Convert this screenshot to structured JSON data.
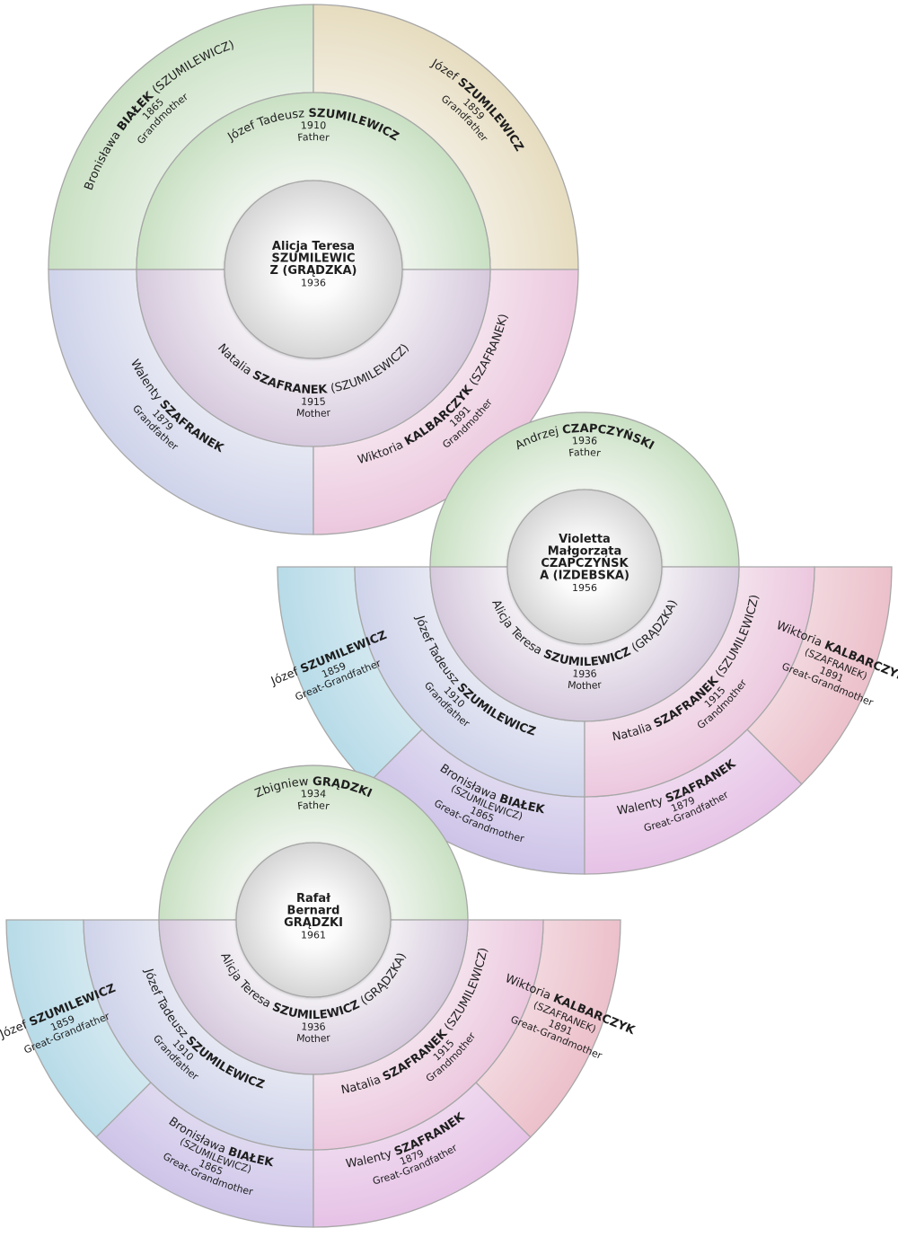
{
  "colors": {
    "green": "#c9e0c3",
    "tan": "#e6dcbf",
    "lavender": "#cfd3ea",
    "pink": "#ecc7de",
    "mauve": "#d6c9dd",
    "gray": "#d5d5d5",
    "cyan": "#b7dbe8",
    "violet": "#cdc3e8",
    "magenta": "#e6c2e6",
    "rose": "#ecc0cb",
    "stroke": "#a7a7a7"
  },
  "charts": [
    {
      "center": {
        "lines": [
          "Alicja Teresa",
          "SZUMILEWIC",
          "Z (GRĄDZKA)"
        ],
        "year": "1936"
      },
      "people": [
        {
          "given": "Józef Tadeusz",
          "surname": "SZUMILEWICZ",
          "year": "1910",
          "role": "Father"
        },
        {
          "given": "Natalia",
          "surname": "SZAFRANEK",
          "maiden": "(SZUMILEWICZ)",
          "year": "1915",
          "role": "Mother"
        },
        {
          "given": "Bronisława",
          "surname": "BIAŁEK",
          "maiden": "(SZUMILEWICZ)",
          "year": "1865",
          "role": "Grandmother"
        },
        {
          "given": "Józef",
          "surname": "SZUMILEWICZ",
          "year": "1859",
          "role": "Grandfather"
        },
        {
          "given": "Walenty",
          "surname": "SZAFRANEK",
          "year": "1879",
          "role": "Grandfather"
        },
        {
          "given": "Wiktoria",
          "surname": "KALBARCZYK",
          "maiden": "(SZAFRANEK)",
          "year": "1891",
          "role": "Grandmother"
        }
      ]
    },
    {
      "center": {
        "lines": [
          "Violetta",
          "Małgorzata",
          "CZAPCZYŃSK",
          "A (IZDEBSKA)"
        ],
        "year": "1956"
      },
      "people": [
        {
          "given": "Andrzej",
          "surname": "CZAPCZYŃSKI",
          "year": "1936",
          "role": "Father"
        },
        {
          "given": "Alicja Teresa",
          "surname": "SZUMILEWICZ",
          "maiden": "(GRĄDZKA)",
          "year": "1936",
          "role": "Mother"
        },
        {
          "given": "Józef Tadeusz",
          "surname": "SZUMILEWICZ",
          "year": "1910",
          "role": "Grandfather"
        },
        {
          "given": "Natalia",
          "surname": "SZAFRANEK",
          "maiden": "(SZUMILEWICZ)",
          "year": "1915",
          "role": "Grandmother"
        },
        {
          "given": "Józef",
          "surname": "SZUMILEWICZ",
          "year": "1859",
          "role": "Great-Grandfather"
        },
        {
          "given": "Bronisława",
          "surname": "BIAŁEK",
          "maiden": "(SZUMILEWICZ)",
          "year": "1865",
          "role": "Great-Grandmother"
        },
        {
          "given": "Walenty",
          "surname": "SZAFRANEK",
          "year": "1879",
          "role": "Great-Grandfather"
        },
        {
          "given": "Wiktoria",
          "surname": "KALBARCZYK",
          "maiden": "(SZAFRANEK)",
          "year": "1891",
          "role": "Great-Grandmother"
        }
      ]
    },
    {
      "center": {
        "lines": [
          "Rafał",
          "Bernard",
          "GRĄDZKI"
        ],
        "year": "1961"
      },
      "people": [
        {
          "given": "Zbigniew",
          "surname": "GRĄDZKI",
          "year": "1934",
          "role": "Father"
        },
        {
          "given": "Alicja Teresa",
          "surname": "SZUMILEWICZ",
          "maiden": "(GRĄDZKA)",
          "year": "1936",
          "role": "Mother"
        },
        {
          "given": "Józef Tadeusz",
          "surname": "SZUMILEWICZ",
          "year": "1910",
          "role": "Grandfather"
        },
        {
          "given": "Natalia",
          "surname": "SZAFRANEK",
          "maiden": "(SZUMILEWICZ)",
          "year": "1915",
          "role": "Grandmother"
        },
        {
          "given": "Józef",
          "surname": "SZUMILEWICZ",
          "year": "1859",
          "role": "Great-Grandfather"
        },
        {
          "given": "Bronisława",
          "surname": "BIAŁEK",
          "maiden": "(SZUMILEWICZ)",
          "year": "1865",
          "role": "Great-Grandmother"
        },
        {
          "given": "Walenty",
          "surname": "SZAFRANEK",
          "year": "1879",
          "role": "Great-Grandfather"
        },
        {
          "given": "Wiktoria",
          "surname": "KALBARCZYK",
          "maiden": "(SZAFRANEK)",
          "year": "1891",
          "role": "Great-Grandmother"
        }
      ]
    }
  ]
}
